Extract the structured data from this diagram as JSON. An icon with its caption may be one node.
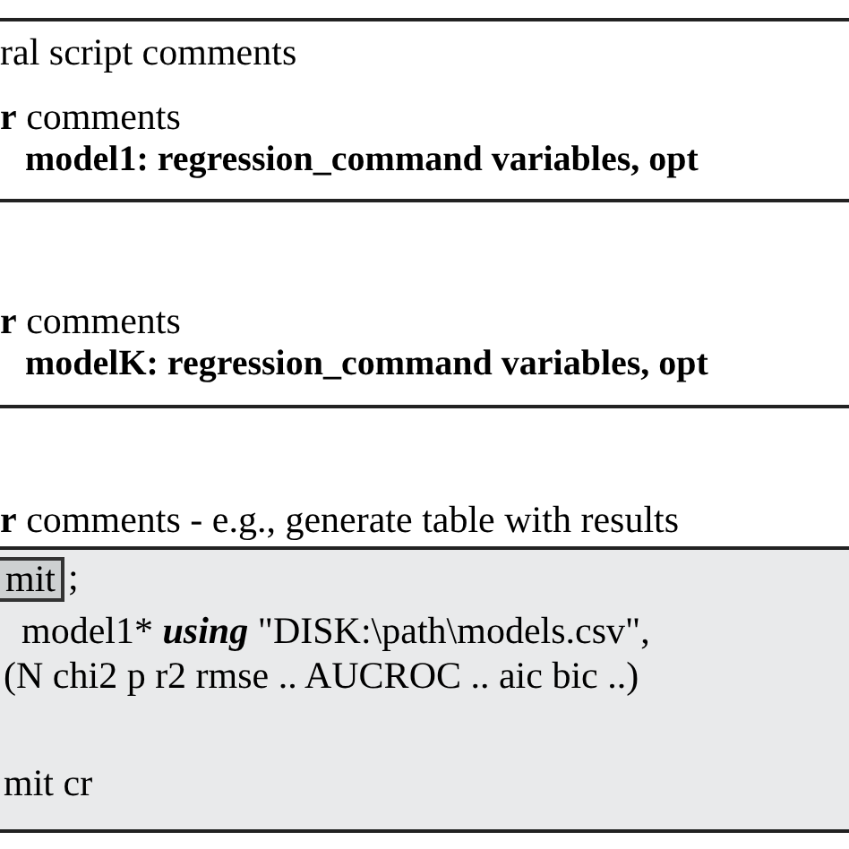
{
  "diagram": {
    "nodes": [
      {
        "text": [
          "ral script comments",
          "**r** comments",
          "model1: regression_command variables, opt"
        ]
      },
      {
        "text": [
          "**r** comments",
          "modelK: regression_command variables, opt"
        ]
      },
      {
        "text": [
          ";",
          "model1* **using** \"DISK:\\path\\models.csv\",",
          "(N chi2 p r2 rmse .. AUCROC .. aic bic ..)",
          "mit cr"
        ]
      },
      {
        "text": [
          "mit"
        ],
        "in": 2
      }
    ],
    "labels": [
      "**r** comments - e.g., generate table with results"
    ]
  }
}
